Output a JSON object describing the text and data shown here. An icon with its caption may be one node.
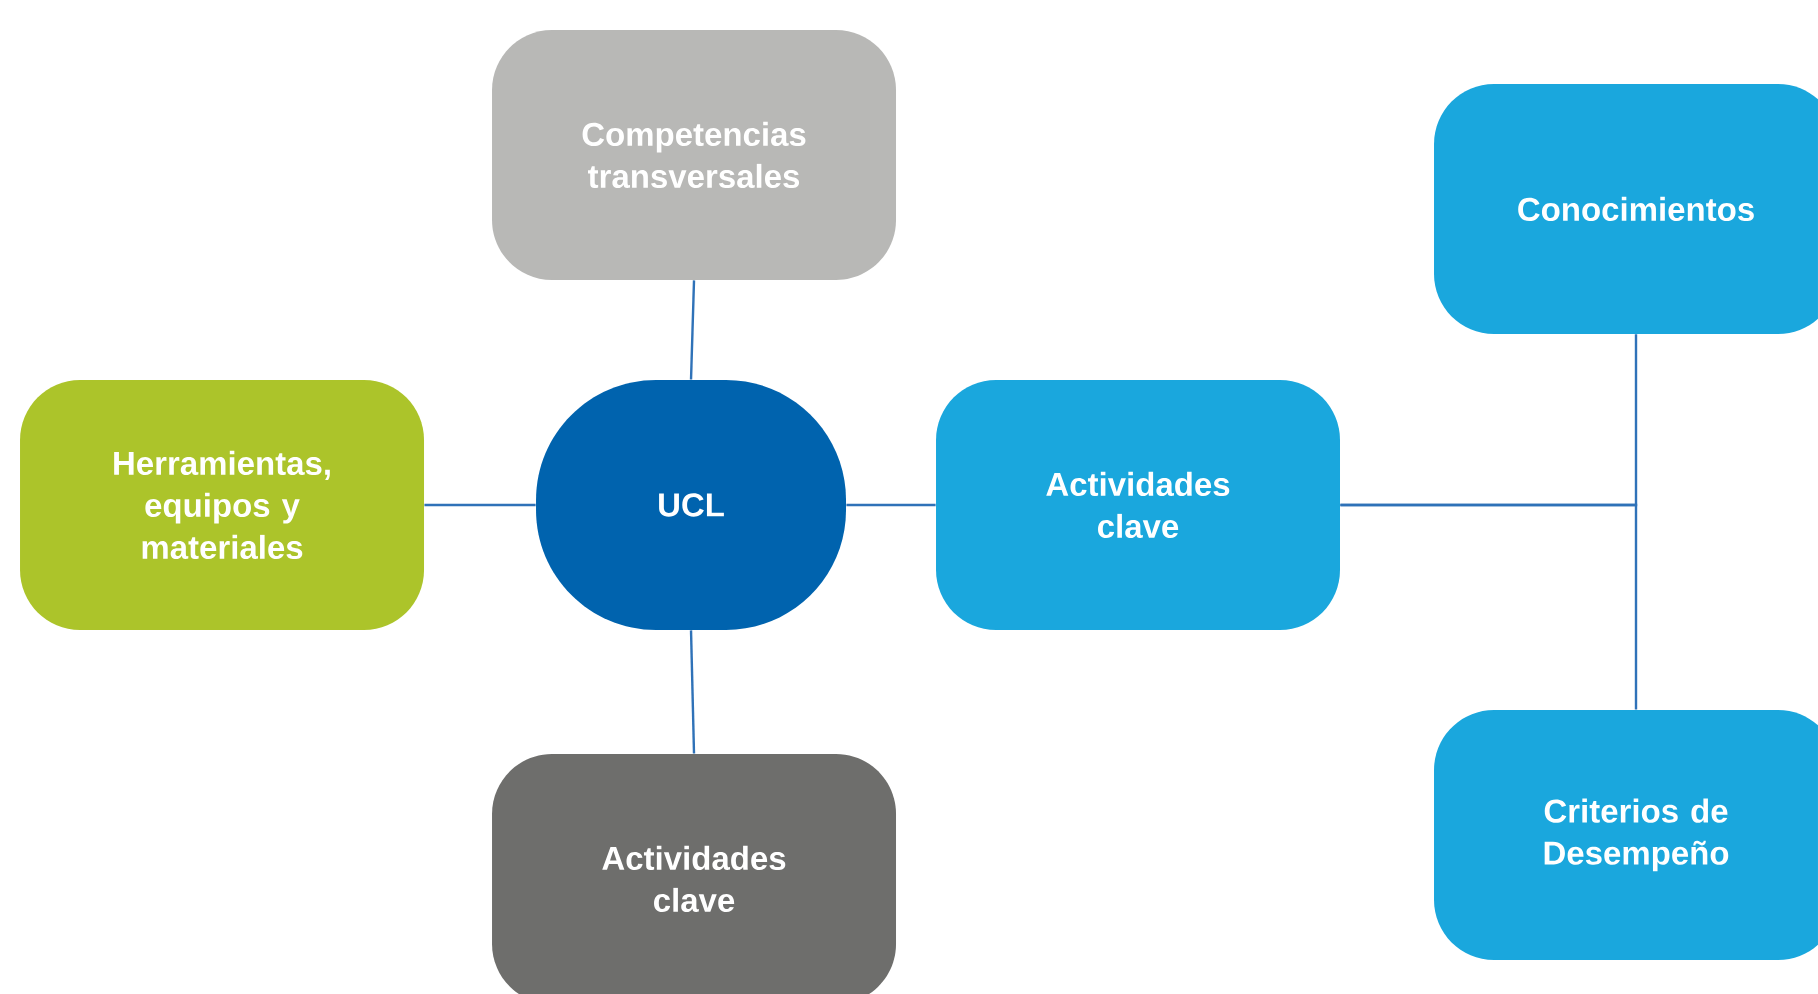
{
  "diagram": {
    "nodes": [
      {
        "text": [
          "Competencias transversales"
        ]
      },
      {
        "text": [
          "Conocimientos"
        ]
      },
      {
        "text": [
          "Herramientas, equipos y materiales"
        ]
      },
      {
        "text": [
          "UCL"
        ]
      },
      {
        "text": [
          "Actividades clave"
        ]
      },
      {
        "text": [
          "Actividades clave"
        ]
      },
      {
        "text": [
          "Criterios de Desempeño"
        ]
      }
    ],
    "edges": [
      {
        "from": 3,
        "to": 0,
        "arrow": "none"
      },
      {
        "from": 3,
        "to": 2,
        "arrow": "none"
      },
      {
        "from": 3,
        "to": 4,
        "arrow": "none"
      },
      {
        "from": 3,
        "to": 5,
        "arrow": "none"
      },
      {
        "from": 4,
        "to": 1,
        "arrow": "none"
      },
      {
        "from": 4,
        "to": 6,
        "arrow": "none"
      }
    ]
  }
}
